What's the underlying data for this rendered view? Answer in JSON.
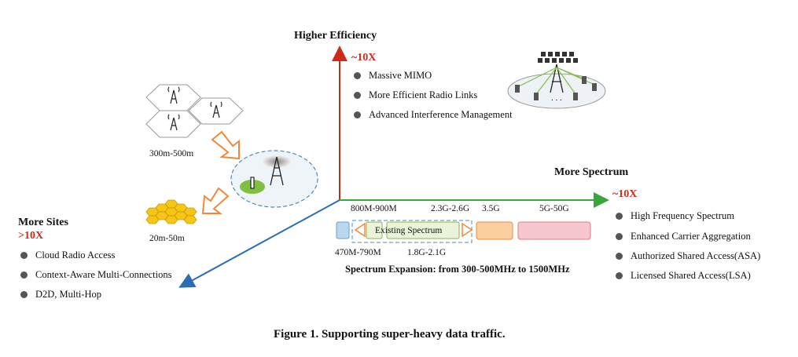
{
  "efficiency": {
    "heading": "Higher Efficiency",
    "factor": "~10X",
    "items": [
      "Massive MIMO",
      "More Efficient Radio Links",
      "Advanced Interference Management"
    ]
  },
  "spectrum": {
    "heading": "More Spectrum",
    "factor": "~10X",
    "items": [
      "High Frequency Spectrum",
      "Enhanced Carrier Aggregation",
      "Authorized Shared Access(ASA)",
      "Licensed Shared Access(LSA)"
    ],
    "bands_top": [
      "800M-900M",
      "2.3G-2.6G",
      "3.5G",
      "5G-50G"
    ],
    "bands_bottom": [
      "470M-790M",
      "1.8G-2.1G"
    ],
    "existing_label": "Existing Spectrum",
    "expansion_title": "Spectrum Expansion: from 300-500MHz to 1500MHz"
  },
  "sites": {
    "heading": "More Sites",
    "factor": ">10X",
    "items": [
      "Cloud Radio Access",
      "Context-Aware Multi-Connections",
      "D2D, Multi-Hop"
    ],
    "large_cell_label": "300m-500m",
    "small_cell_label": "20m-50m"
  },
  "caption": "Figure 1. Supporting super-heavy data traffic."
}
